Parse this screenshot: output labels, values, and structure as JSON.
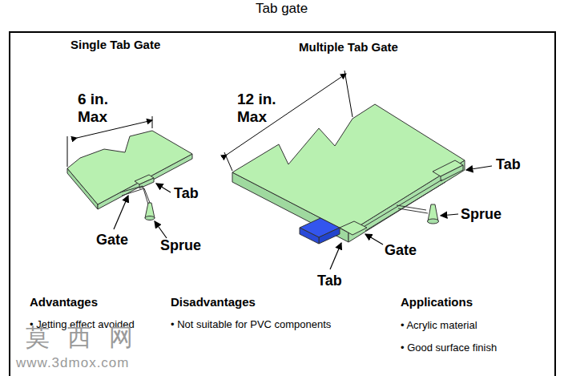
{
  "diagram": {
    "title": "Tab gate",
    "labels": [
      "Single Tab Gate",
      "Multiple Tab Gate",
      "6 in. Max",
      "12 in. Max",
      "Tab",
      "Tab",
      "Gate",
      "Sprue",
      "Sprue",
      "Gate",
      "Tab",
      "Advantages",
      "• Jetting effect avoided",
      "Disadvantages",
      "• Not suitable for PVC components",
      "Applications",
      "• Acrylic material",
      "• Good surface finish",
      "莫西网",
      "www.3dmox.com"
    ]
  }
}
